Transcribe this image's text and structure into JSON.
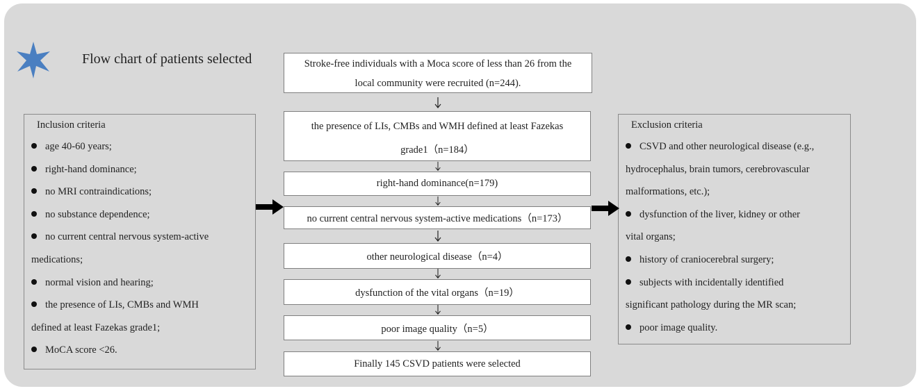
{
  "title": "Flow chart of patients selected",
  "icons": {
    "star": "star-icon"
  },
  "colors": {
    "panel": "#d9d9d9",
    "star": "#4a7fc1",
    "box_border": "#7f7f7f"
  },
  "flow": [
    {
      "lines": [
        "Stroke-free individuals with a Moca score of less than 26 from the",
        "local community were recruited (n=244)."
      ]
    },
    {
      "lines": [
        "the presence of LIs, CMBs and WMH defined at least Fazekas",
        "grade1（n=184）"
      ]
    },
    {
      "lines": [
        "right-hand dominance(n=179)"
      ]
    },
    {
      "lines": [
        "no current central nervous system-active medications（n=173）"
      ]
    },
    {
      "lines": [
        "other neurological disease（n=4）"
      ]
    },
    {
      "lines": [
        "dysfunction of the vital organs（n=19）"
      ]
    },
    {
      "lines": [
        "poor image quality（n=5）"
      ]
    },
    {
      "lines": [
        "Finally 145 CSVD patients were selected"
      ]
    }
  ],
  "inclusion": {
    "title": "Inclusion criteria",
    "lines": [
      {
        "bullet": true,
        "text": "age 40-60 years;"
      },
      {
        "bullet": true,
        "text": "right-hand dominance;"
      },
      {
        "bullet": true,
        "text": "no MRI contraindications;"
      },
      {
        "bullet": true,
        "text": "no substance dependence;"
      },
      {
        "bullet": true,
        "text": "no current central nervous system-active"
      },
      {
        "bullet": false,
        "text": "medications;"
      },
      {
        "bullet": true,
        "text": "normal vision and hearing;"
      },
      {
        "bullet": true,
        "text": "the presence of LIs, CMBs and WMH"
      },
      {
        "bullet": false,
        "text": "defined at least Fazekas grade1;"
      },
      {
        "bullet": true,
        "text": "MoCA score <26."
      }
    ]
  },
  "exclusion": {
    "title": "Exclusion criteria",
    "lines": [
      {
        "bullet": true,
        "text": "CSVD and other neurological disease (e.g.,"
      },
      {
        "bullet": false,
        "text": "hydrocephalus, brain tumors, cerebrovascular"
      },
      {
        "bullet": false,
        "text": "malformations, etc.);"
      },
      {
        "bullet": true,
        "text": "dysfunction of the liver, kidney or other"
      },
      {
        "bullet": false,
        "text": "vital organs;"
      },
      {
        "bullet": true,
        "text": "history of craniocerebral surgery;"
      },
      {
        "bullet": true,
        "text": "subjects with incidentally identified"
      },
      {
        "bullet": false,
        "text": "significant pathology during the MR scan;"
      },
      {
        "bullet": true,
        "text": "poor image quality."
      }
    ]
  }
}
